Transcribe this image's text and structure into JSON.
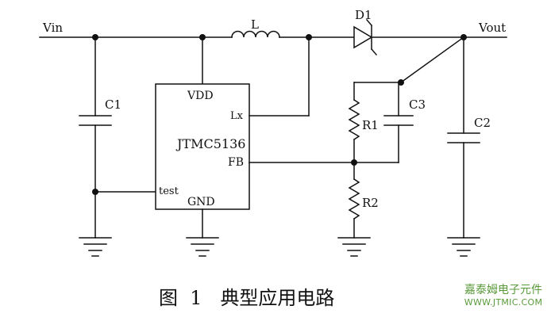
{
  "labels": {
    "vin": "Vin",
    "vout": "Vout",
    "inductor": "L",
    "diode": "D1",
    "c1": "C1",
    "c2": "C2",
    "c3": "C3",
    "r1": "R1",
    "r2": "R2",
    "chip": "JTMC5136",
    "pin_vdd": "VDD",
    "pin_lx": "Lx",
    "pin_fb": "FB",
    "pin_test": "test",
    "pin_gnd": "GND"
  },
  "caption": {
    "figure": "图",
    "number": "1",
    "title": "典型应用电路"
  },
  "watermark": {
    "name": "嘉泰姆电子元件",
    "url": "WWW.JTMIC.COM"
  },
  "colors": {
    "line": "#111111",
    "watermark": "#5a9a3a"
  }
}
